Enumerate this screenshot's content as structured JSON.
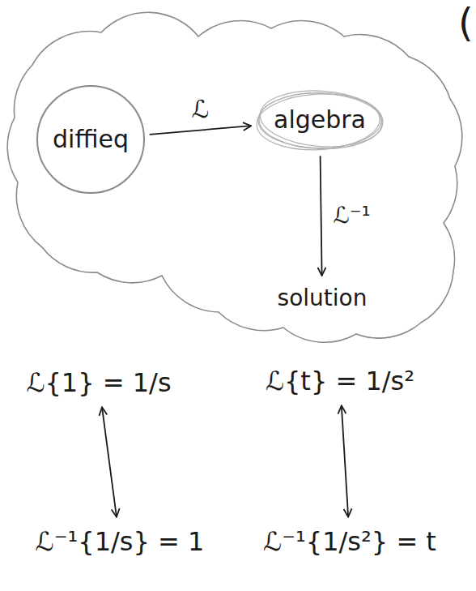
{
  "diagram": {
    "nodes": [
      {
        "text": [
          "diffieq"
        ]
      },
      {
        "text": [
          "algebra"
        ]
      },
      {
        "text": [
          "solution"
        ]
      },
      {
        "text": [
          "ℒ{1} = 1/s"
        ]
      },
      {
        "text": [
          "ℒ{t} = 1/s²"
        ]
      },
      {
        "text": [
          "ℒ⁻¹{1/s} = 1"
        ]
      },
      {
        "text": [
          "ℒ⁻¹{1/s²} = t"
        ]
      }
    ],
    "edges": [
      {
        "from": 0,
        "to": 1,
        "arrow": "to",
        "label": "ℒ"
      },
      {
        "from": 1,
        "to": 2,
        "arrow": "to",
        "label": "ℒ⁻¹"
      },
      {
        "from": 3,
        "to": 5,
        "arrow": "both"
      },
      {
        "from": 4,
        "to": 6,
        "arrow": "both"
      }
    ],
    "labels": [
      "("
    ]
  }
}
